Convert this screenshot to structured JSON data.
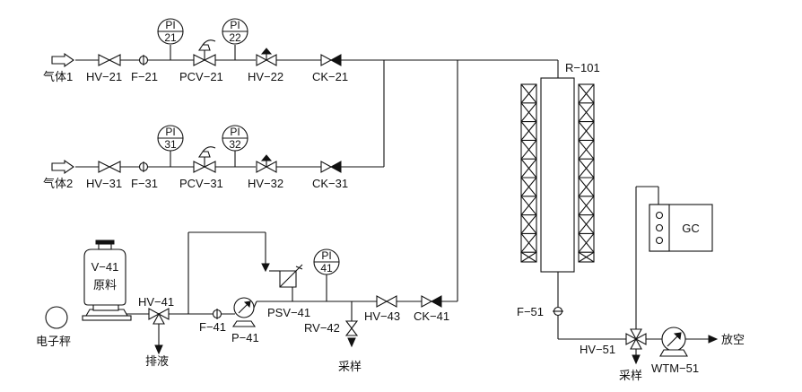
{
  "labels": {
    "gas1": "气体1",
    "hv21": "HV−21",
    "f21": "F−21",
    "pcv21": "PCV−21",
    "hv22": "HV−22",
    "ck21": "CK−21",
    "gas2": "气体2",
    "hv31": "HV−31",
    "f31": "F−31",
    "pcv31": "PCV−31",
    "hv32": "HV−32",
    "ck31": "CK−31",
    "r101": "R−101",
    "v41_tag": "V−41",
    "v41_name": "原料",
    "scale": "电子秤",
    "hv41": "HV−41",
    "drain": "排液",
    "f41": "F−41",
    "p41": "P−41",
    "psv41": "PSV−41",
    "rv42": "RV−42",
    "sample1": "采样",
    "hv43": "HV−43",
    "ck41": "CK−41",
    "f51": "F−51",
    "hv51": "HV−51",
    "sample2": "采样",
    "wtm51": "WTM−51",
    "vent": "放空",
    "gc": "GC"
  },
  "instruments": [
    {
      "letters": "PI",
      "number": "21"
    },
    {
      "letters": "PI",
      "number": "22"
    },
    {
      "letters": "PI",
      "number": "31"
    },
    {
      "letters": "PI",
      "number": "32"
    },
    {
      "letters": "PI",
      "number": "41"
    }
  ]
}
